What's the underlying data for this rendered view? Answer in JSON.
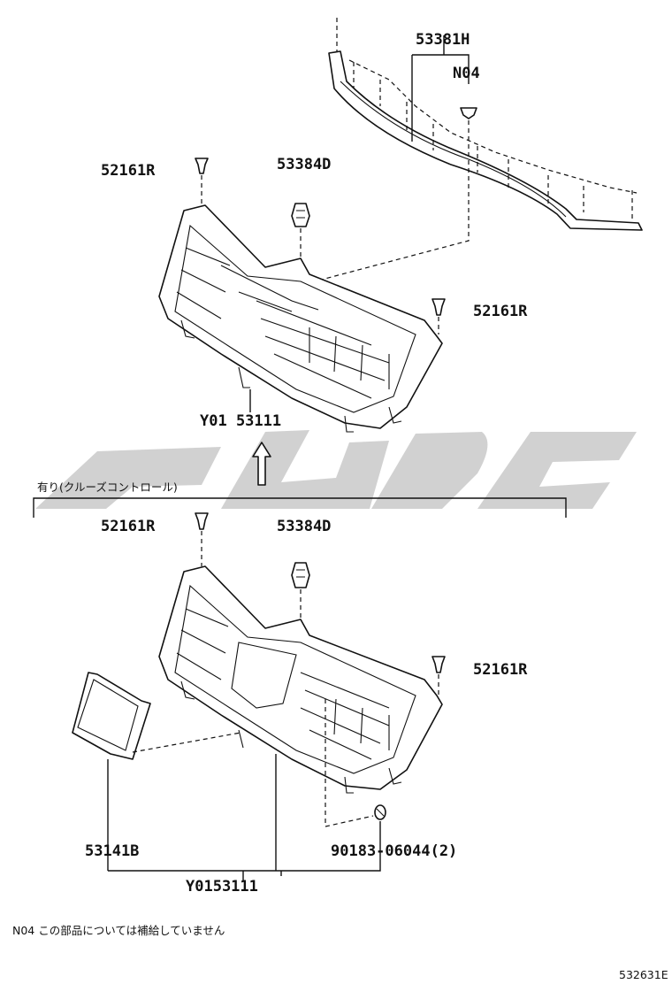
{
  "labels": {
    "molding_top": "53381H",
    "n04_top": "N04",
    "clip_left_top": "52161R",
    "bracket_top": "53384D",
    "clip_right_top": "52161R",
    "grille_top": "Y01 53111",
    "clip_left_bottom": "52161R",
    "bracket_bottom": "53384D",
    "clip_right_bottom": "52161R",
    "emblem_cover": "53141B",
    "screw": "90183-06044(2)",
    "grille_bottom": "Y0153111"
  },
  "notes": {
    "cruise_control": "有り(クルーズコントロール)",
    "n04_note": "N04 この部品については補給していません",
    "diagram_id": "532631E"
  }
}
